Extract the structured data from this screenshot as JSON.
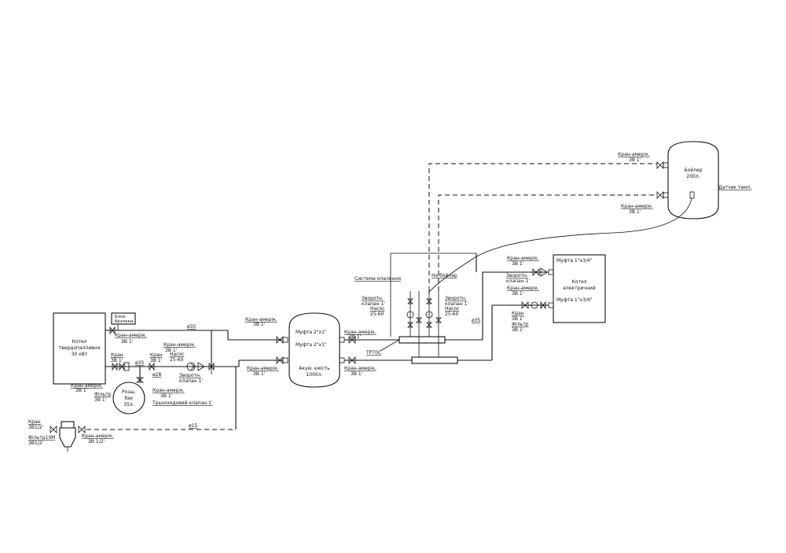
{
  "diagram": {
    "solid_boiler": {
      "line1": "Котел",
      "line2": "твердопалливня",
      "line3": "30 кВт"
    },
    "control_block": {
      "line1": "Блок",
      "line2": "безпеки"
    },
    "tank": {
      "label1": "Акум. ємість",
      "label2": "1000л.",
      "top_coupling": "Муфта 2\"х1\"",
      "mid_coupling": "Муфта 2\"х1\""
    },
    "boiler": {
      "label1": "Бойлер",
      "label2": "200л.",
      "sensor": "Датчик темп."
    },
    "electric_boiler": {
      "label1": "Котел",
      "label2": "електричний",
      "coupling_top": "Муфта 1\"х3/4\"",
      "coupling_bottom": "Муфта 1\"х3/4\""
    },
    "expansion_tank": {
      "label1": "Розш.",
      "label2": "бак",
      "label3": "35л."
    },
    "labels": {
      "kran_amer": "Кран-амерік.",
      "zv_1": "ЗВ 1'",
      "zv_half": "ЗВ 1/2'",
      "kran": "Кран",
      "zv_1b": "ЗВ 1'",
      "filter": "Фільтр",
      "filter_zv": "ЗВ 1'",
      "nasos": "Насос",
      "nasos_model": "25-60",
      "zvorotn": "Зворотн.",
      "klapan": "клапан 1'",
      "three_way": "Трьохходовий клапан 1'",
      "d35": "ø35",
      "d28": "ø28",
      "d15": "ø15",
      "system": "Система опалення",
      "to_boiler": "На бойлер",
      "tr70c": "ТР70С",
      "kran_bottom": "Кран",
      "zv_half_b": "ЗВ1/2'",
      "filter10": "Фільтр10М",
      "filter10_zv": "ЗВ1/2'",
      "kran_amer_half": "Кран-амерік.",
      "zv_half_c": "ЗВ 1/2'"
    }
  }
}
